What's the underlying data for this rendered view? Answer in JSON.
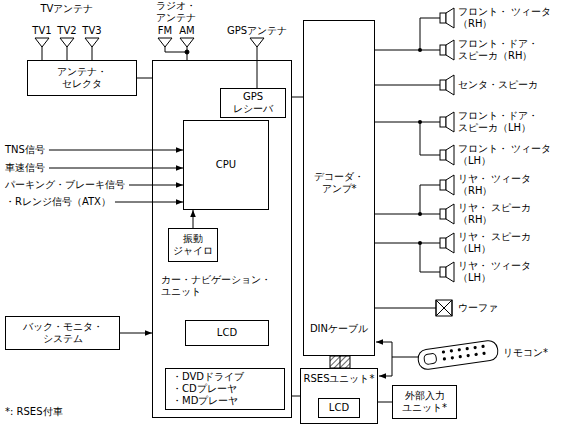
{
  "diagram": {
    "nodes": [
      {
        "text": [
          "アンテナ・ セレクタ"
        ]
      },
      {
        "text": [
          "カー・ナビゲーション・ ユニット"
        ]
      },
      {
        "text": [
          "GPS レシーバ"
        ],
        "in": 1
      },
      {
        "text": [
          "CPU"
        ],
        "in": 1
      },
      {
        "text": [
          "振動 ジャイロ"
        ],
        "in": 1
      },
      {
        "text": [
          "LCD"
        ],
        "in": 1
      },
      {
        "text": [
          "・DVDドライブ",
          "・CDプレーヤ",
          "・MDプレーヤ"
        ],
        "in": 1
      },
      {
        "text": [
          "バック・モニタ・ システム"
        ]
      },
      {
        "text": [
          "デコーダ・ アンプ*"
        ]
      },
      {
        "text": [
          "RSESユニット*"
        ]
      },
      {
        "text": [
          "LCD"
        ],
        "in": 9
      },
      {
        "text": [
          "外部入力 ユニット*"
        ]
      }
    ],
    "edges": [
      {
        "from": 0,
        "to": 1,
        "arrow": "none"
      },
      {
        "from": 7,
        "to": 1,
        "arrow": "to"
      },
      {
        "from": 1,
        "to": 8,
        "arrow": "none"
      },
      {
        "from": 4,
        "to": 3,
        "arrow": "to"
      },
      {
        "from": 8,
        "to": 9,
        "arrow": "none"
      },
      {
        "from": 1,
        "to": 9,
        "arrow": "none"
      },
      {
        "from": 11,
        "to": 9,
        "arrow": "none"
      }
    ],
    "labels": [
      "TVアンテナ",
      "TV1",
      "TV2",
      "TV3",
      "ラジオ・ アンテナ",
      "FM",
      "AM",
      "GPSアンテナ",
      "TNS信号",
      "車速信号",
      "パーキング・ブレーキ信号",
      "・Rレンジ信号（ATX）",
      "フロント・ ツィータ（RH）",
      "フロント・ドア・ スピーカ（RH）",
      "センタ・スピーカ",
      "フロント・ドア・ スピーカ（LH）",
      "フロント・ ツィータ（LH）",
      "リヤ・ ツィータ（RH）",
      "リヤ・ スピーカ（RH）",
      "リヤ・ スピーカ（LH）",
      "リヤ・ ツィータ（LH）",
      "ウーファ",
      "DINケーブル",
      "リモコン*",
      "*: RSES付車"
    ]
  }
}
